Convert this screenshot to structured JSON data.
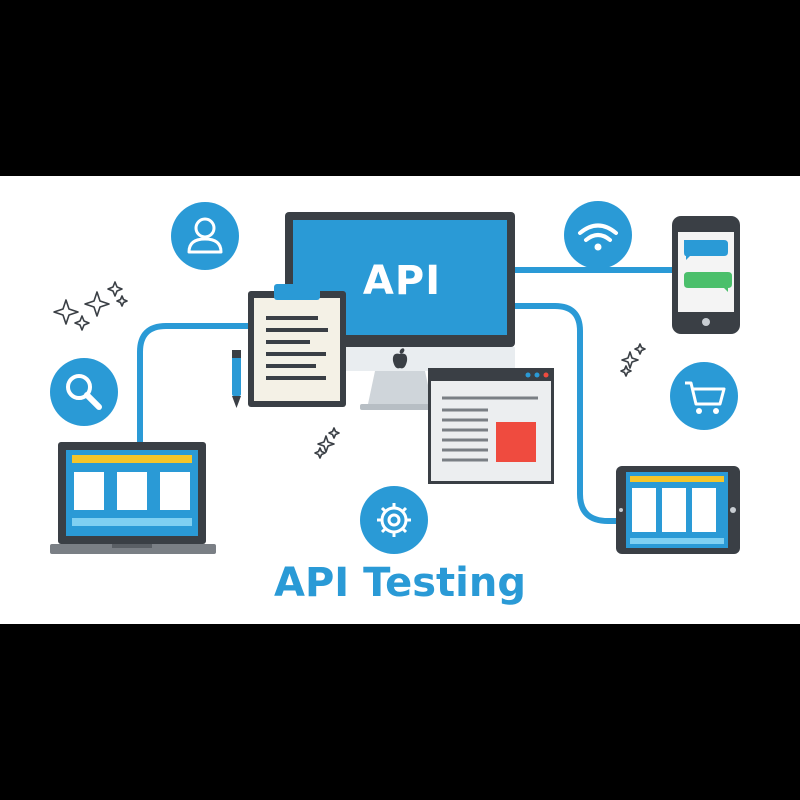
{
  "monitor": {
    "label": "API"
  },
  "footer": {
    "title": "API Testing"
  },
  "colors": {
    "accent": "#2a9ad6",
    "dark": "#3a3f45",
    "paper": "#f4f1e6",
    "yellow": "#f5c52a",
    "red": "#ef4b3f",
    "green": "#4bbf6b"
  },
  "icons": [
    "user-icon",
    "search-icon",
    "wifi-icon",
    "cart-icon",
    "gear-icon",
    "apple-logo-icon",
    "pen-icon",
    "sparkle-icon"
  ],
  "devices": [
    "desktop-monitor",
    "clipboard",
    "browser-window",
    "laptop",
    "smartphone",
    "tablet"
  ]
}
